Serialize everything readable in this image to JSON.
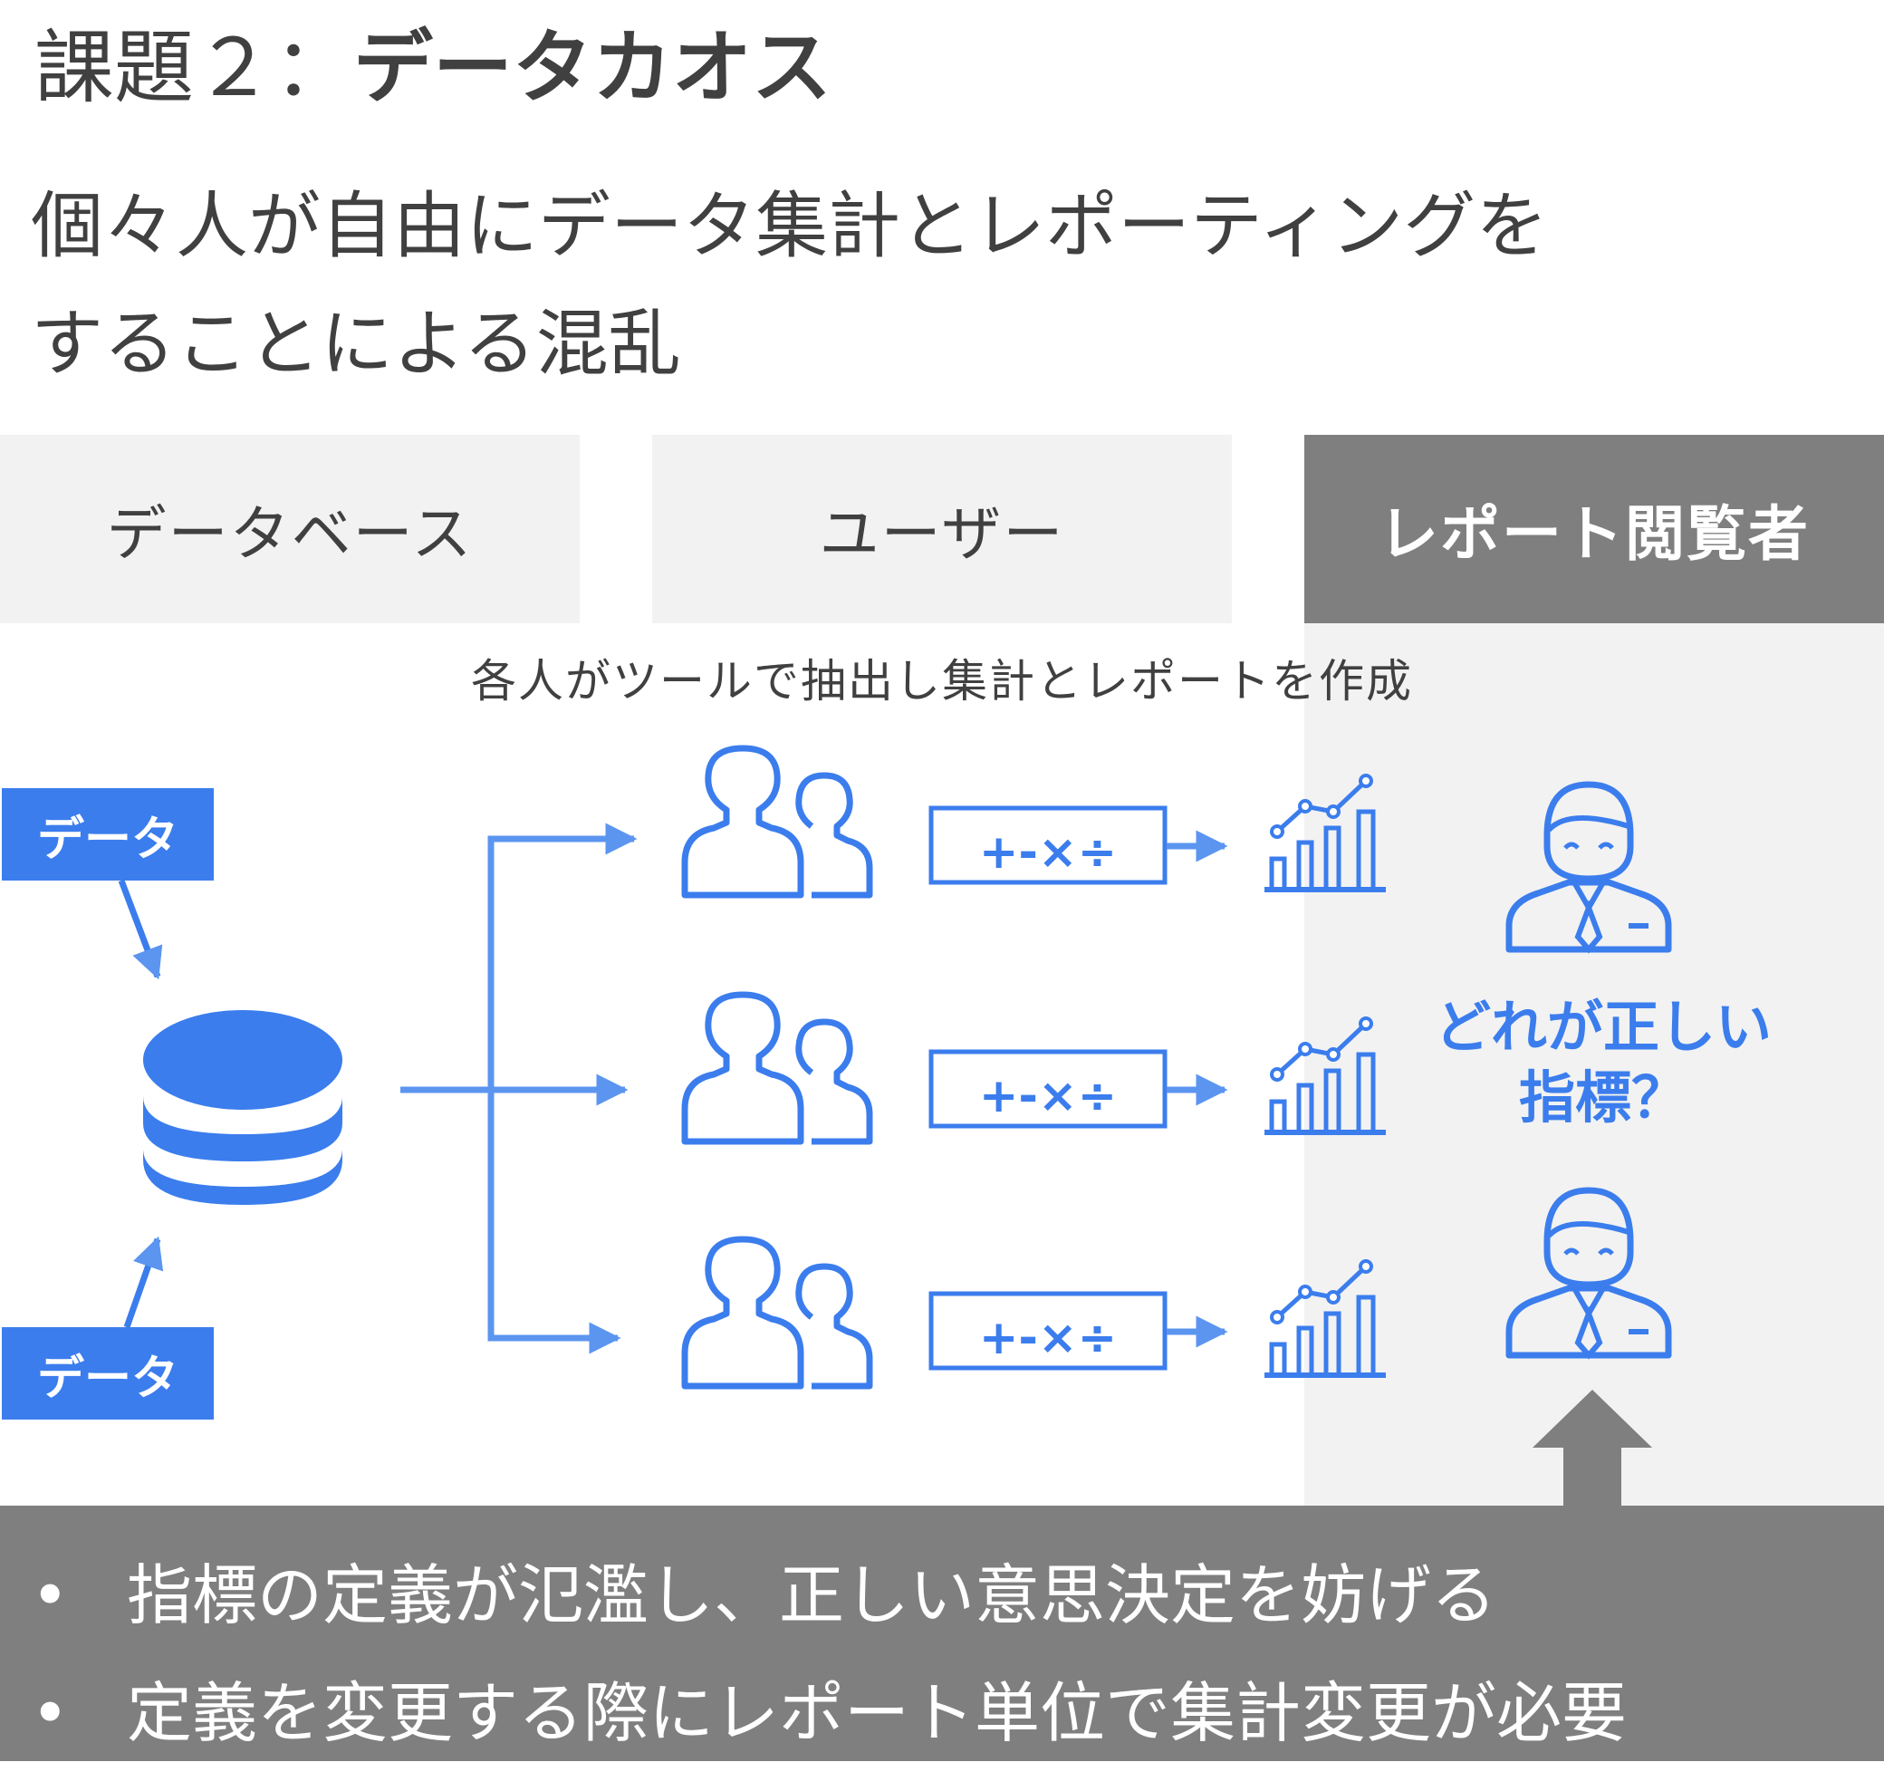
{
  "title": {
    "prefix": "課題２：",
    "main": "データカオス"
  },
  "subtitle": {
    "line1": "個々人が自由にデータ集計とレポーティングを",
    "line2": "することによる混乱"
  },
  "columns": {
    "database": "データベース",
    "user": "ユーザー",
    "viewer": "レポート閲覧者"
  },
  "caption": "各人がツールで抽出し集計とレポートを作成",
  "data_tags": [
    "データ",
    "データ"
  ],
  "operation_label": "+-×÷",
  "question": {
    "line1": "どれが正しい",
    "line2": "指標？"
  },
  "bullets": [
    "指標の定義が氾濫し、正しい意思決定を妨げる",
    "定義を変更する際にレポート単位で集計変更が必要"
  ],
  "icons": {
    "database": "database-icon",
    "users": "user-group-icon",
    "chart": "bar-line-chart-icon",
    "viewer": "businessman-icon"
  },
  "colors": {
    "accent": "#3b7ded",
    "gray_dark": "#7f7f7f",
    "gray_light": "#f2f2f2",
    "text": "#404040"
  }
}
